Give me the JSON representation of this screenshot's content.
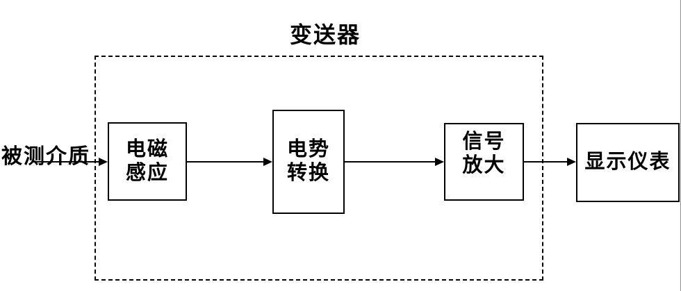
{
  "diagram": {
    "title": "变送器",
    "input_label": "被测介质",
    "blocks": [
      {
        "name": "electromagnetic-induction",
        "lines": [
          "电磁",
          "感应"
        ]
      },
      {
        "name": "potential-conversion",
        "lines": [
          "电势",
          "转换"
        ]
      },
      {
        "name": "signal-amplification",
        "lines": [
          "信号",
          "放大"
        ]
      },
      {
        "name": "display-instrument",
        "lines": [
          "显示仪表"
        ]
      }
    ],
    "colors": {
      "line": "#000000",
      "background": "#ffffff"
    }
  }
}
